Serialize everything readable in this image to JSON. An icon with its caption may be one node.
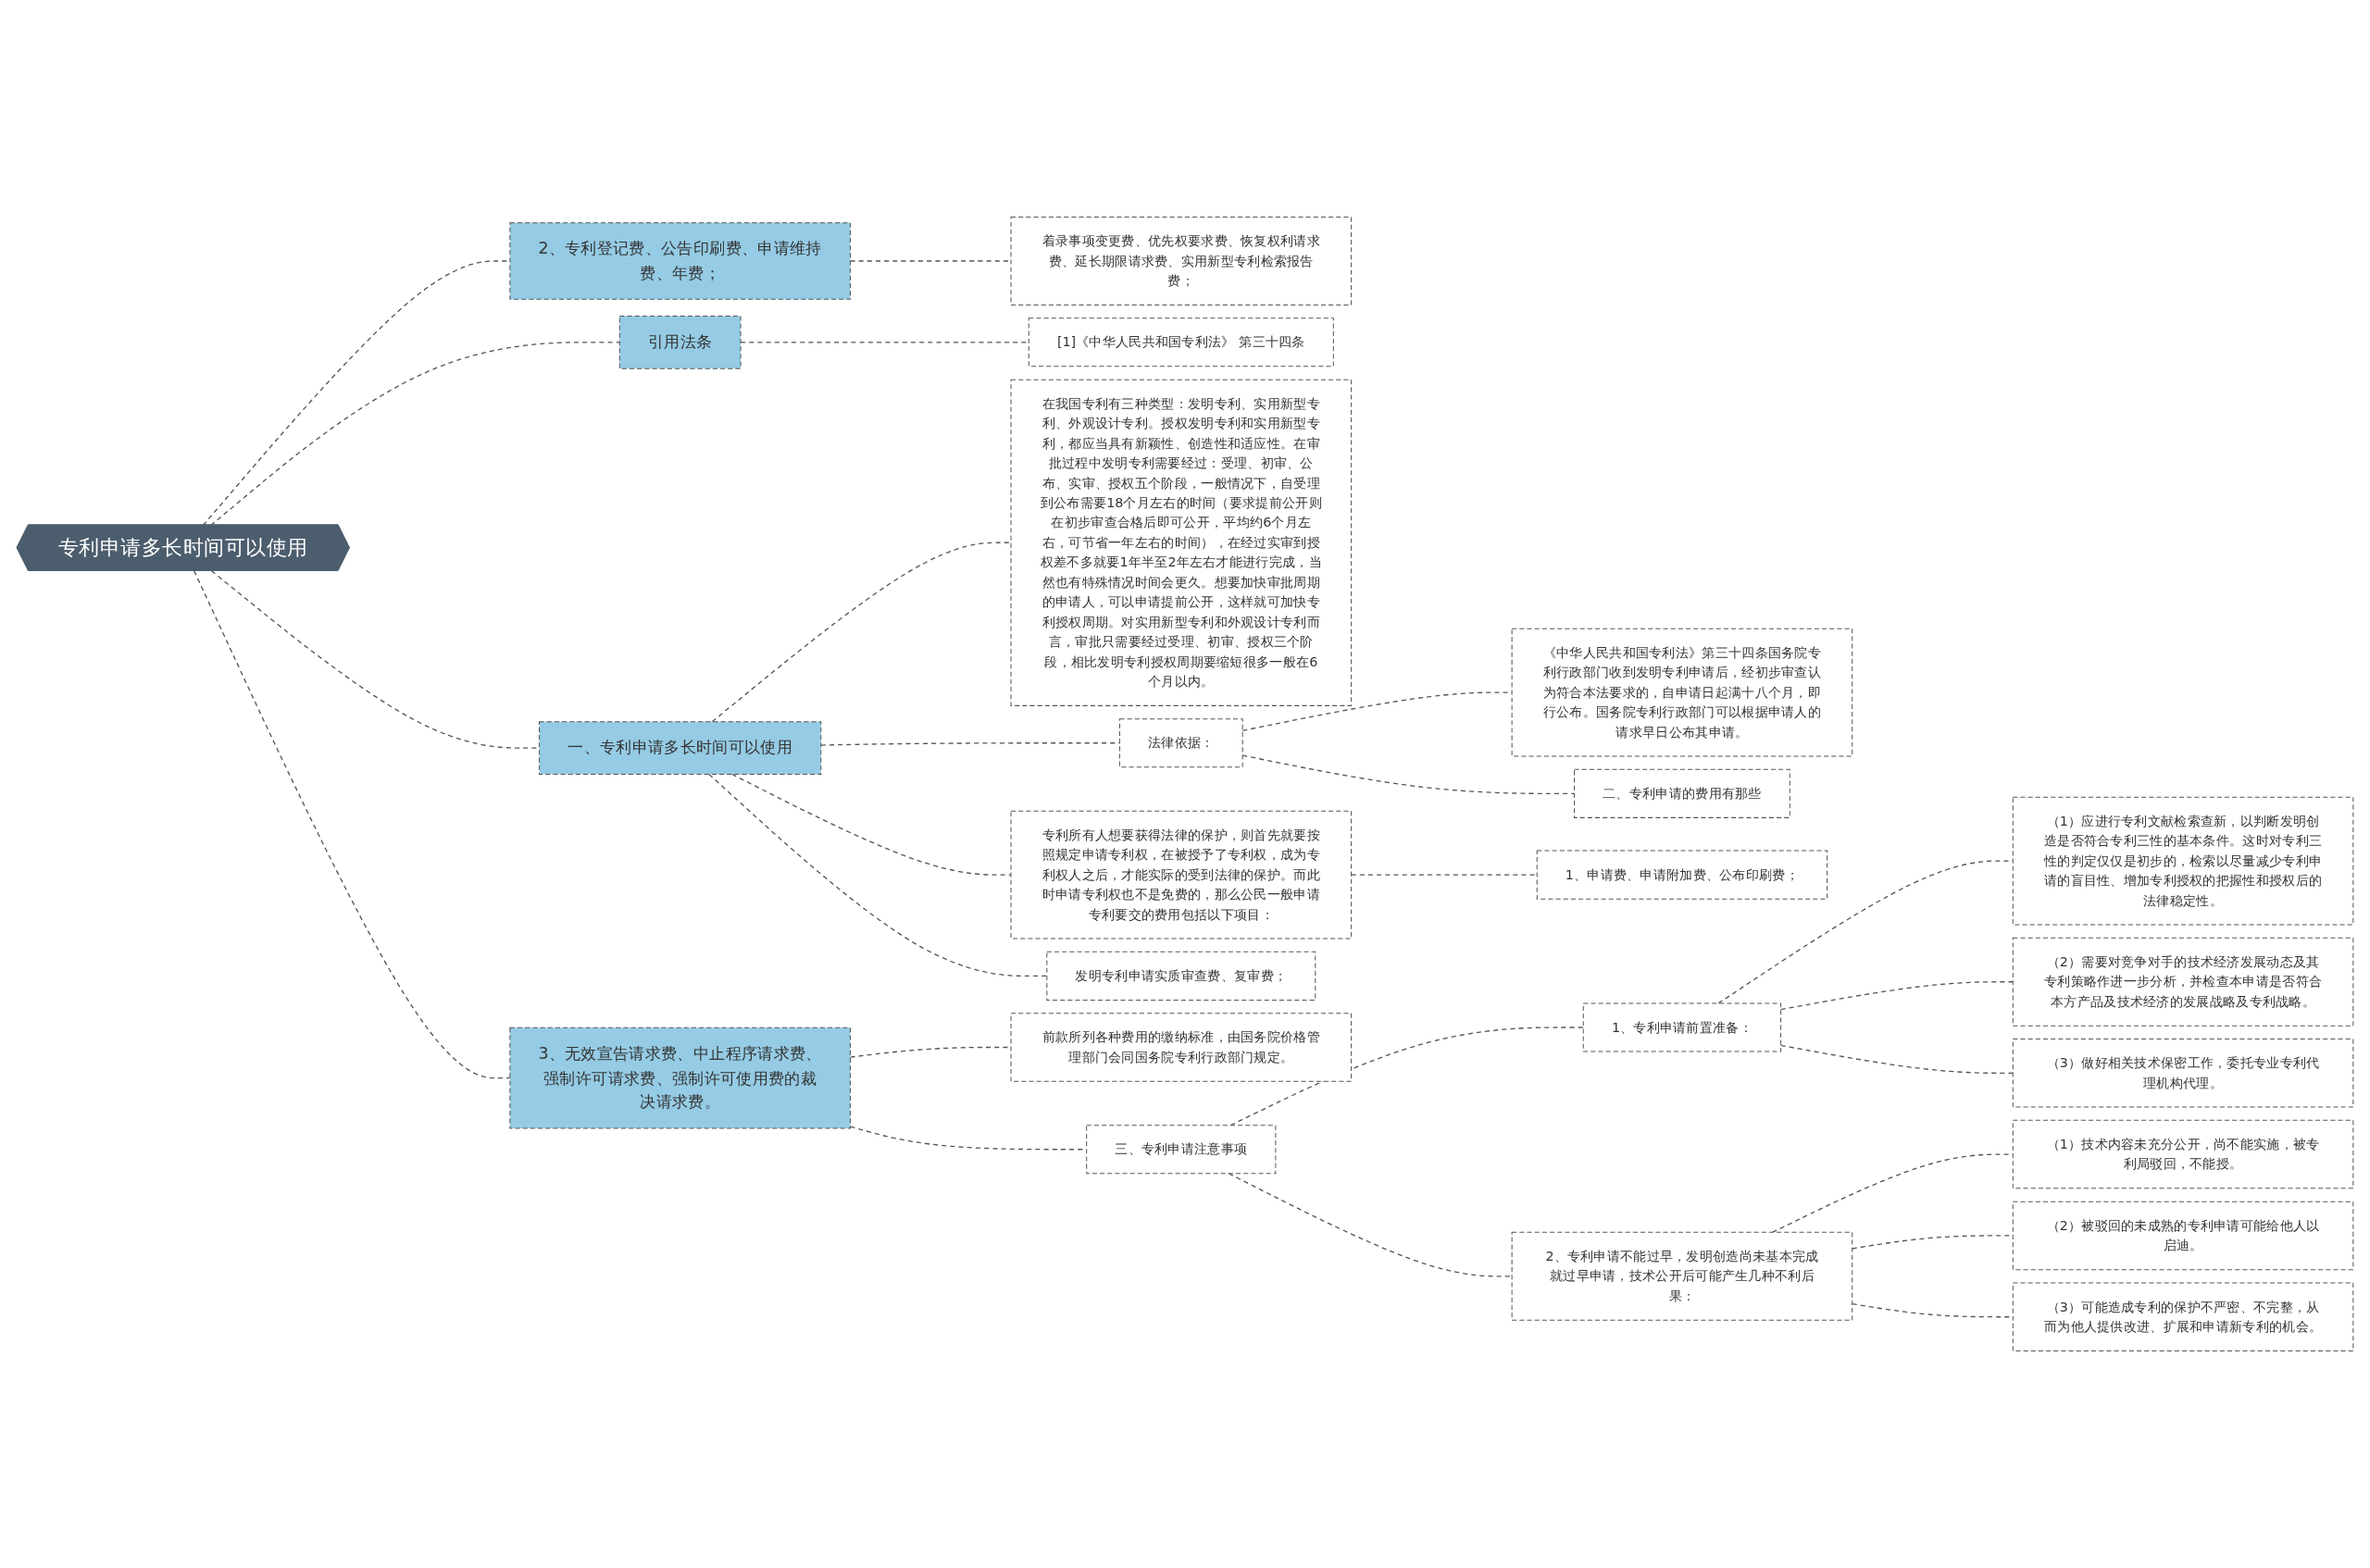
{
  "diagram": {
    "nodes": [
      {
        "text": [
          "专利申请多长时间可以使用"
        ]
      },
      {
        "text": [
          "一、专利申请多长时间可以使用"
        ]
      },
      {
        "text": [
          "在我国专利有三种类型：发明专利、实用新型专利、外观设计专利。授权发明专利和实用新型专利，都应当具有新颖性、创造性和适应性。在审批过程中发明专利需要经过：受理、初审、公布、实审、授权五个阶段，一般情况下，自受理到公布需要18个月左右的时间（要求提前公开则在初步审查合格后即可公开，平均约6个月左右，可节省一年左右的时间），在经过实审到授权差不多就要1年半至2年左右才能进行完成，当然也有特殊情况时间会更久。想要加快审批周期的申请人，可以申请提前公开，这样就可加快专利授权周期。对实用新型专利和外观设计专利而言，审批只需要经过受理、初审、授权三个阶段，相比发明专利授权周期要缩短很多一般在6个月以内。"
        ]
      },
      {
        "text": [
          "法律依据："
        ]
      },
      {
        "text": [
          "《中华人民共和国专利法》第三十四条国务院专利行政部门收到发明专利申请后，经初步审查认为符合本法要求的，自申请日起满十八个月，即行公布。国务院专利行政部门可以根据申请人的请求早日公布其申请。"
        ]
      },
      {
        "text": [
          "二、专利申请的费用有那些"
        ]
      },
      {
        "text": [
          "专利所有人想要获得法律的保护，则首先就要按照规定申请专利权，在被授予了专利权，成为专利权人之后，才能实际的受到法律的保护。而此时申请专利权也不是免费的，那么公民一般申请专利要交的费用包括以下项目："
        ]
      },
      {
        "text": [
          "1、申请费、申请附加费、公布印刷费；"
        ]
      },
      {
        "text": [
          "发明专利申请实质审查费、复审费；"
        ]
      },
      {
        "text": [
          "3、无效宣告请求费、中止程序请求费、强制许可请求费、强制许可使用费的裁决请求费。"
        ]
      },
      {
        "text": [
          "前款所列各种费用的缴纳标准，由国务院价格管理部门会同国务院专利行政部门规定。"
        ]
      },
      {
        "text": [
          "三、专利申请注意事项"
        ]
      },
      {
        "text": [
          "1、专利申请前置准备："
        ]
      },
      {
        "text": [
          "（1）应进行专利文献检索查新，以判断发明创造是否符合专利三性的基本条件。这时对专利三性的判定仅仅是初步的，检索以尽量减少专利申请的盲目性、增加专利授权的把握性和授权后的法律稳定性。"
        ]
      },
      {
        "text": [
          "（2）需要对竞争对手的技术经济发展动态及其专利策略作进一步分析，并检查本申请是否符合本方产品及技术经济的发展战略及专利战略。"
        ]
      },
      {
        "text": [
          "（3）做好相关技术保密工作，委托专业专利代理机构代理。"
        ]
      },
      {
        "text": [
          "2、专利申请不能过早，发明创造尚未基本完成就过早申请，技术公开后可能产生几种不利后果："
        ]
      },
      {
        "text": [
          "（1）技术内容未充分公开，尚不能实施，被专利局驳回，不能授。"
        ]
      },
      {
        "text": [
          "（2）被驳回的未成熟的专利申请可能给他人以启迪。"
        ]
      },
      {
        "text": [
          "（3）可能造成专利的保护不严密、不完整，从而为他人提供改进、扩展和申请新专利的机会。"
        ]
      },
      {
        "text": [
          "2、专利登记费、公告印刷费、申请维持费、年费；"
        ]
      },
      {
        "text": [
          "着录事项变更费、优先权要求费、恢复权利请求费、延长期限请求费、实用新型专利检索报告费；"
        ]
      },
      {
        "text": [
          "引用法条"
        ]
      },
      {
        "text": [
          "[1]《中华人民共和国专利法》 第三十四条"
        ]
      }
    ],
    "edges": [
      {
        "from": 0,
        "to": 1,
        "arrow": "none",
        "style": "dashed"
      },
      {
        "from": 1,
        "to": 2,
        "arrow": "none",
        "style": "dashed"
      },
      {
        "from": 1,
        "to": 3,
        "arrow": "none",
        "style": "dashed"
      },
      {
        "from": 3,
        "to": 4,
        "arrow": "none",
        "style": "dashed"
      },
      {
        "from": 3,
        "to": 5,
        "arrow": "none",
        "style": "dashed"
      },
      {
        "from": 1,
        "to": 6,
        "arrow": "none",
        "style": "dashed"
      },
      {
        "from": 6,
        "to": 7,
        "arrow": "none",
        "style": "dashed"
      },
      {
        "from": 1,
        "to": 8,
        "arrow": "none",
        "style": "dashed"
      },
      {
        "from": 0,
        "to": 9,
        "arrow": "none",
        "style": "dashed"
      },
      {
        "from": 9,
        "to": 10,
        "arrow": "none",
        "style": "dashed"
      },
      {
        "from": 9,
        "to": 11,
        "arrow": "none",
        "style": "dashed"
      },
      {
        "from": 11,
        "to": 12,
        "arrow": "none",
        "style": "dashed"
      },
      {
        "from": 12,
        "to": 13,
        "arrow": "none",
        "style": "dashed"
      },
      {
        "from": 12,
        "to": 14,
        "arrow": "none",
        "style": "dashed"
      },
      {
        "from": 12,
        "to": 15,
        "arrow": "none",
        "style": "dashed"
      },
      {
        "from": 11,
        "to": 16,
        "arrow": "none",
        "style": "dashed"
      },
      {
        "from": 16,
        "to": 17,
        "arrow": "none",
        "style": "dashed"
      },
      {
        "from": 16,
        "to": 18,
        "arrow": "none",
        "style": "dashed"
      },
      {
        "from": 16,
        "to": 19,
        "arrow": "none",
        "style": "dashed"
      },
      {
        "from": 0,
        "to": 20,
        "arrow": "none",
        "style": "dashed"
      },
      {
        "from": 20,
        "to": 21,
        "arrow": "none",
        "style": "dashed"
      },
      {
        "from": 0,
        "to": 22,
        "arrow": "none",
        "style": "dashed"
      },
      {
        "from": 22,
        "to": 23,
        "arrow": "none",
        "style": "dashed"
      }
    ]
  }
}
